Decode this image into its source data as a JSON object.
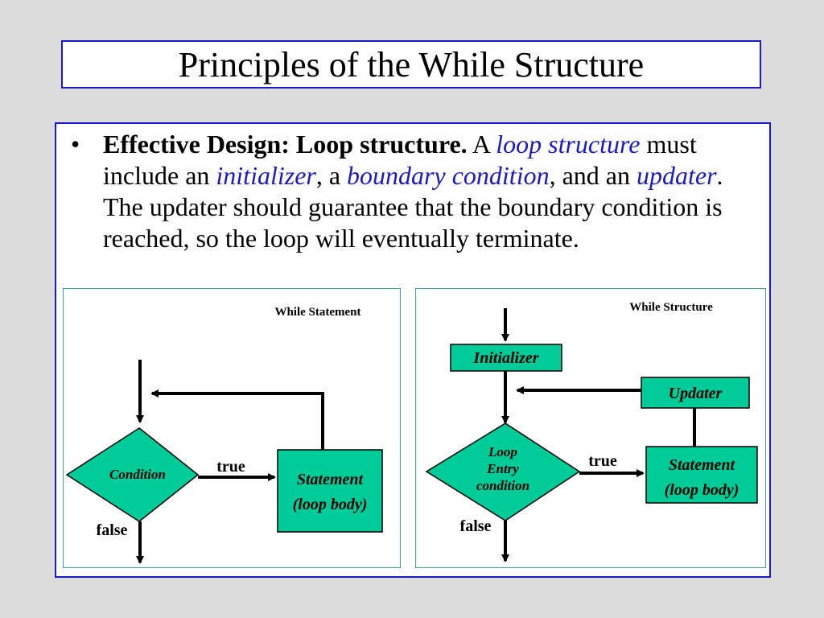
{
  "title": "Principles of the While Structure",
  "bullet": {
    "symbol": "•",
    "lead": "Effective Design: Loop structure.",
    "t1": " A ",
    "h1": "loop structure",
    "t2": " must include an ",
    "h2": "initializer",
    "t3": ", a ",
    "h3": "boundary condition",
    "t4": ", and an ",
    "h4": "updater",
    "t5": ". The updater should guarantee that the boundary condition is reached, so the loop will eventually terminate."
  },
  "left_diagram": {
    "caption": "While Statement",
    "condition": "Condition",
    "true_label": "true",
    "false_label": "false",
    "statement_line1": "Statement",
    "statement_line2": "(loop body)"
  },
  "right_diagram": {
    "caption": "While Structure",
    "initializer": "Initializer",
    "updater": "Updater",
    "condition_line1": "Loop",
    "condition_line2": "Entry",
    "condition_line3": "condition",
    "true_label": "true",
    "false_label": "false",
    "statement_line1": "Statement",
    "statement_line2": "(loop body)"
  },
  "colors": {
    "background": "#dcdcdc",
    "border_blue": "#1a1acc",
    "highlight_blue": "#1a1acc",
    "shape_fill": "#00cc99",
    "panel_border": "#33aa99"
  }
}
